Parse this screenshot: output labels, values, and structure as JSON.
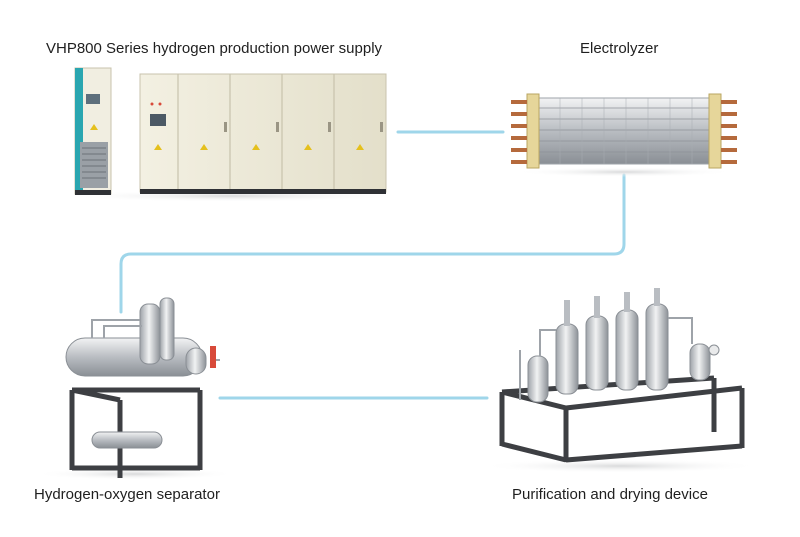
{
  "nodes": {
    "power_supply": {
      "label": "VHP800 Series hydrogen production power supply"
    },
    "electrolyzer": {
      "label": "Electrolyzer"
    },
    "separator": {
      "label": "Hydrogen-oxygen separator"
    },
    "purification": {
      "label": "Purification and drying device"
    }
  },
  "colors": {
    "connector": "#9fd6ea",
    "cabinet_body": "#ece8d6",
    "cabinet_edge": "#c8c3ad",
    "steel": "#c9ccd0",
    "frame": "#3d3f43",
    "accent_teal": "#2aa6b0"
  }
}
